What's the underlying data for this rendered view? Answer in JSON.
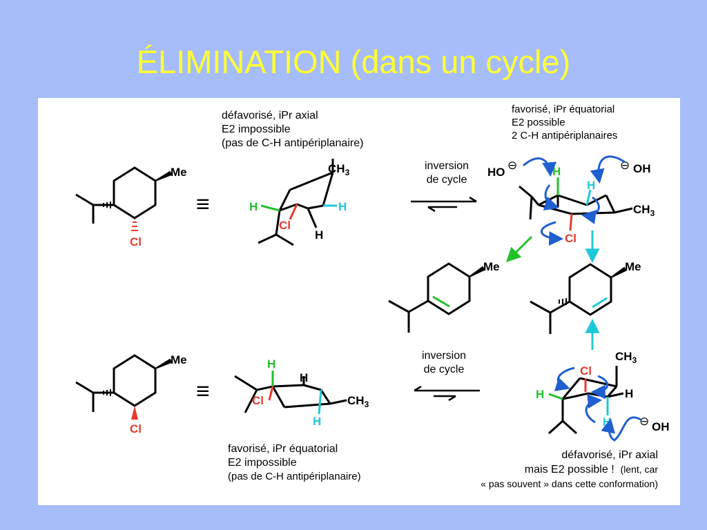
{
  "slide": {
    "title": "ÉLIMINATION (dans un cycle)"
  },
  "colors": {
    "background": "#a7bdfb",
    "title": "#ffff33",
    "chlorine": "#e8382a",
    "green_h": "#22c02a",
    "cyan_h": "#1ec8d8",
    "mechanism_arrow": "#1f5fd0",
    "product_arrow_green": "#22c02a",
    "product_arrow_cyan": "#1ec8d8"
  },
  "top_left": {
    "substituent_me": "Me",
    "substituent_cl": "Cl",
    "equivalence": "≡"
  },
  "top_chair": {
    "ch3": "CH",
    "ch3_sub": "3",
    "h_left": "H",
    "h_right": "H",
    "cl": "Cl",
    "h_bottom": "H",
    "note_line1": "défavorisé,  iPr axial",
    "note_line2": "E2 impossible",
    "note_line3": "(pas de C-H antipériplanaire)"
  },
  "top_equilibrium": {
    "line1": "inversion",
    "line2": "de cycle"
  },
  "top_right_chair": {
    "note_line1": "favorisé,  iPr équatorial",
    "note_line2": "E2 possible",
    "note_line3": "2 C-H antipériplanaires",
    "ho_left": "HO",
    "oh_right": "OH",
    "charge": "⊖",
    "h_green": "H",
    "h_cyan": "H",
    "ch3": "CH",
    "ch3_sub": "3",
    "cl": "Cl"
  },
  "products": {
    "left_me": "Me",
    "right_me": "Me"
  },
  "bottom_left": {
    "substituent_me": "Me",
    "substituent_cl": "Cl",
    "equivalence": "≡"
  },
  "bottom_chair": {
    "h_green": "H",
    "h_top": "H",
    "cl": "Cl",
    "ch3": "CH",
    "ch3_sub": "3",
    "h_cyan": "H",
    "note_line1": "favorisé,  iPr équatorial",
    "note_line2": "E2 impossible",
    "note_line3": "(pas de C-H antipériplanaire)"
  },
  "bottom_equilibrium": {
    "line1": "inversion",
    "line2": "de cycle"
  },
  "bottom_right_chair": {
    "cl": "Cl",
    "ch3": "CH",
    "ch3_sub": "3",
    "h_green": "H",
    "h_right": "H",
    "h_cyan": "H",
    "oh": "OH",
    "charge": "⊖",
    "note_line1": "défavorisé,  iPr axial",
    "note_line2a": "mais E2 possible !",
    "note_line2b": "(lent, car",
    "note_line3": "« pas souvent » dans cette conformation)"
  }
}
